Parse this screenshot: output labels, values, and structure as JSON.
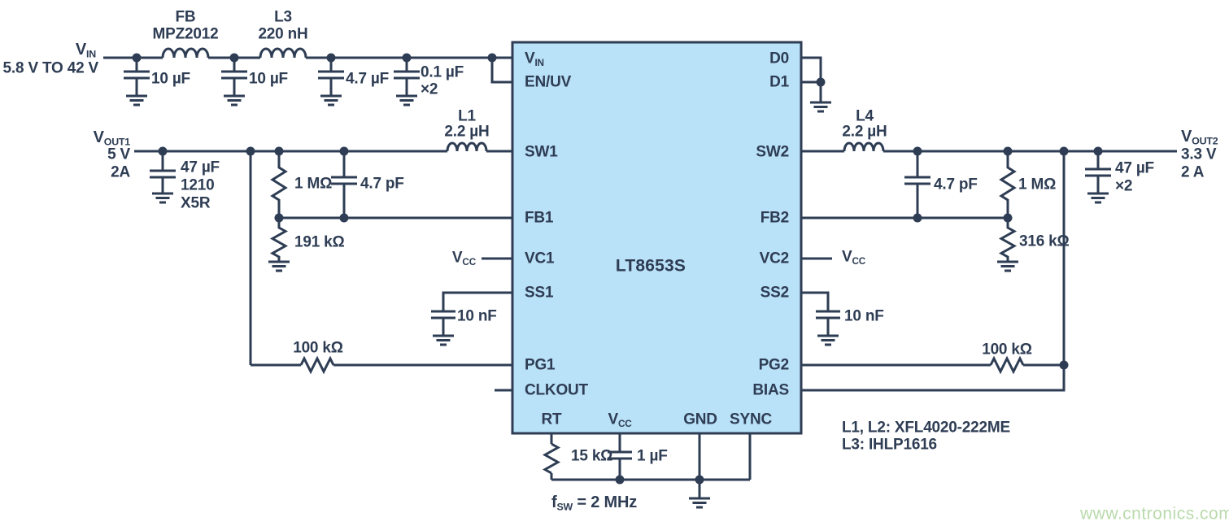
{
  "colors": {
    "wire": "#2e3d54",
    "text": "#2e3d54",
    "ic_fill": "#b9e1f8",
    "watermark": "#b2d6a4"
  },
  "input": {
    "vin": {
      "main": "V",
      "sub": "IN"
    },
    "range": "5.8 V TO 42 V",
    "ferrite": {
      "name": "FB",
      "part": "MPZ2012"
    },
    "l3": {
      "name": "L3",
      "value": "220 nH"
    },
    "c1": "10 µF",
    "c2": "10 µF",
    "c3": "4.7 µF",
    "c4": {
      "value": "0.1 µF",
      "qty": "×2"
    }
  },
  "ch1": {
    "vout": {
      "main": "V",
      "sub": "OUT1",
      "volts": "5 V",
      "amps": "2A"
    },
    "cout": {
      "value": "47 µF",
      "size": "1210",
      "type": "X5R"
    },
    "l1": {
      "name": "L1",
      "value": "2.2 µH"
    },
    "r_top": "1 MΩ",
    "c_ff": "4.7 pF",
    "r_bot": "191 kΩ",
    "vcc": {
      "main": "V",
      "sub": "CC"
    },
    "c_ss": "10 nF",
    "r_pg": "100 kΩ"
  },
  "ch2": {
    "vout": {
      "main": "V",
      "sub": "OUT2",
      "volts": "3.3 V",
      "amps": "2 A"
    },
    "cout": {
      "value": "47 µF",
      "qty": "×2"
    },
    "l4": {
      "name": "L4",
      "value": "2.2 µH"
    },
    "r_top": "1 MΩ",
    "c_ff": "4.7 pF",
    "r_bot": "316 kΩ",
    "vcc": {
      "main": "V",
      "sub": "CC"
    },
    "c_ss": "10 nF",
    "r_pg": "100 kΩ"
  },
  "ic": {
    "name": "LT8653S",
    "pins": {
      "vin": {
        "main": "V",
        "sub": "IN"
      },
      "enuv": "EN/UV",
      "sw1": "SW1",
      "fb1": "FB1",
      "vc1": "VC1",
      "ss1": "SS1",
      "pg1": "PG1",
      "clkout": "CLKOUT",
      "rt": "RT",
      "vcc": {
        "main": "V",
        "sub": "CC"
      },
      "gnd": "GND",
      "sync": "SYNC",
      "d0": "D0",
      "d1": "D1",
      "sw2": "SW2",
      "fb2": "FB2",
      "vc2": "VC2",
      "ss2": "SS2",
      "pg2": "PG2",
      "bias": "BIAS"
    }
  },
  "bottom": {
    "r_rt": "15 kΩ",
    "c_vcc": "1 µF",
    "fsw": {
      "main": "f",
      "sub": "SW",
      "value": " = 2 MHz"
    }
  },
  "notes": {
    "line1": "L1, L2: XFL4020-222ME",
    "line2": "L3: IHLP1616"
  },
  "watermark": "www.cntronics.com"
}
